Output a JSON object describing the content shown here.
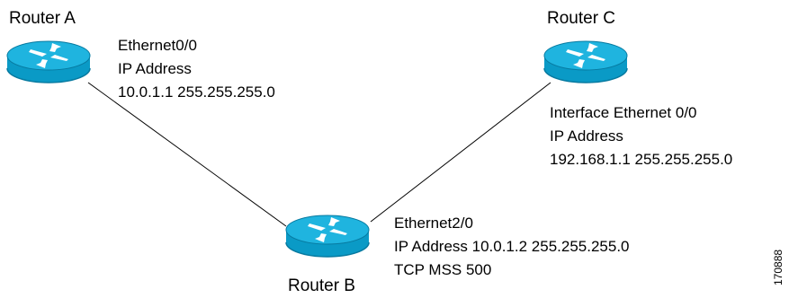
{
  "routers": {
    "a": {
      "name": "Router A",
      "lines": [
        "Ethernet0/0",
        "IP Address",
        "10.0.1.1 255.255.255.0"
      ]
    },
    "b": {
      "name": "Router B",
      "lines": [
        "Ethernet2/0",
        "IP Address 10.0.1.2 255.255.255.0",
        "TCP MSS 500"
      ]
    },
    "c": {
      "name": "Router C",
      "lines": [
        "Interface Ethernet 0/0",
        "IP Address",
        "192.168.1.1 255.255.255.0"
      ]
    }
  },
  "figure_id": "170888",
  "colors": {
    "router_body": "#0a9ac6",
    "router_top": "#1fb4df",
    "router_dark": "#077aa0",
    "arrow": "#ffffff",
    "link": "#000000"
  },
  "icons": {
    "router": "router-icon"
  }
}
